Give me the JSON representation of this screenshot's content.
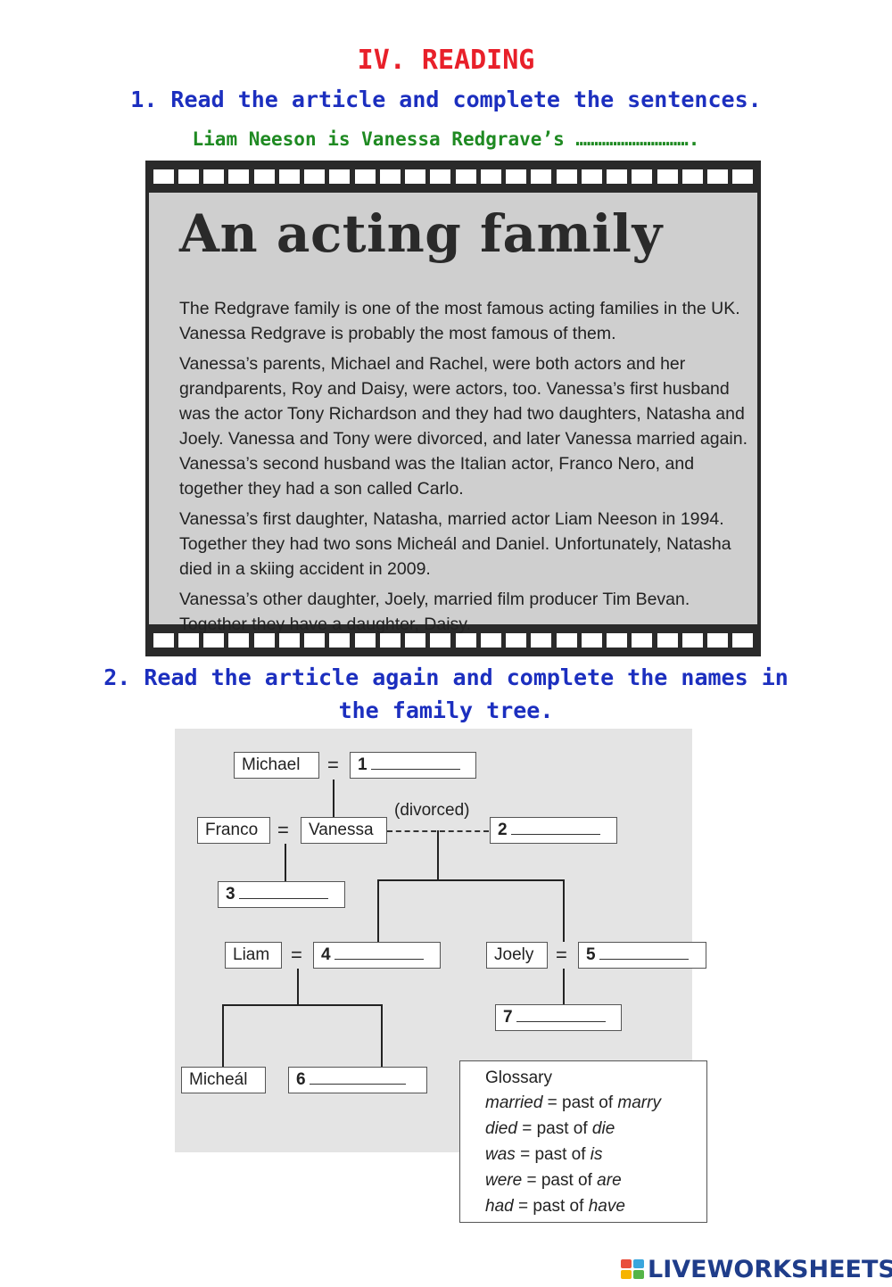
{
  "section_title": "IV. READING",
  "task1": {
    "instruction": "1. Read the article and complete the sentences.",
    "sentence": "Liam Neeson is Vanessa Redgrave’s …………………………."
  },
  "article": {
    "title": "An acting family",
    "paragraphs": [
      "The Redgrave family is one of the most famous acting families in the UK. Vanessa Redgrave is probably the most famous of them.",
      "Vanessa’s parents, Michael and Rachel, were both actors and her grandparents, Roy and Daisy, were actors, too. Vanessa’s first husband was the actor Tony Richardson and they had two daughters, Natasha and Joely. Vanessa and Tony were divorced, and later Vanessa married again. Vanessa’s second husband was the Italian actor, Franco Nero, and together they had a son called Carlo.",
      "Vanessa’s first daughter, Natasha, married actor Liam Neeson in 1994. Together they had two sons Micheál and Daniel. Unfortunately, Natasha died in a skiing accident in 2009.",
      "Vanessa’s other daughter, Joely, married film producer Tim Bevan. Together they have a daughter, Daisy."
    ]
  },
  "task2": {
    "instruction_line1": "2. Read the article again and complete the names in",
    "instruction_line2": "the family tree."
  },
  "tree": {
    "michael": "Michael",
    "franco": "Franco",
    "vanessa": "Vanessa",
    "liam": "Liam",
    "joely": "Joely",
    "micheal": "Micheál",
    "divorced": "(divorced)",
    "equals": "=",
    "blanks": [
      "1",
      "2",
      "3",
      "4",
      "5",
      "6",
      "7"
    ]
  },
  "glossary": {
    "title": "Glossary",
    "entries": [
      {
        "word": "married",
        "eq": " = past of ",
        "base": "marry"
      },
      {
        "word": "died",
        "eq": " = past of ",
        "base": "die"
      },
      {
        "word": "was",
        "eq": " = past of ",
        "base": "is"
      },
      {
        "word": "were",
        "eq": " = past of ",
        "base": "are"
      },
      {
        "word": "had",
        "eq": " = past of ",
        "base": "have"
      }
    ]
  },
  "footer": {
    "brand": "LIVEWORKSHEETS",
    "colors": [
      "#e94e3c",
      "#3aa6dd",
      "#f6b400",
      "#55b548"
    ]
  }
}
